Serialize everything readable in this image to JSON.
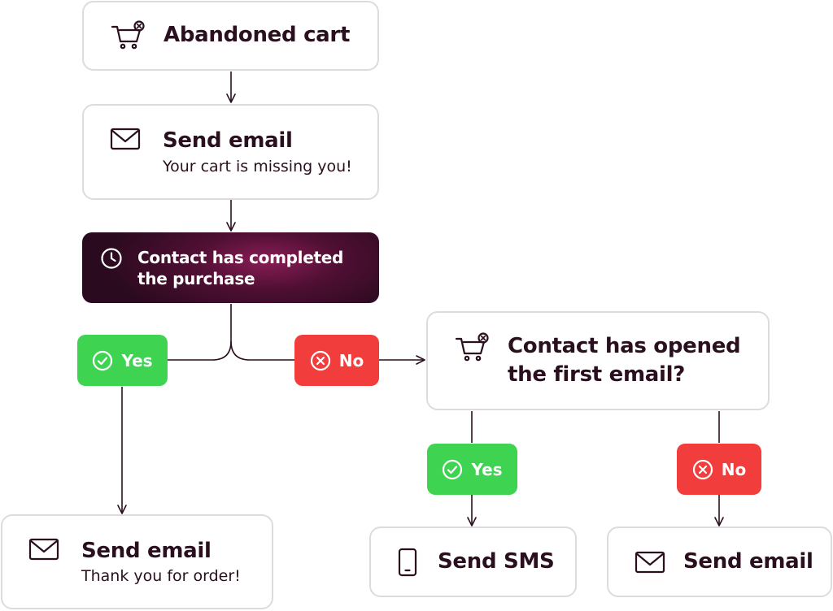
{
  "colors": {
    "text": "#2a0f1f",
    "border": "#dedbe0",
    "yes": "#3ed452",
    "no": "#f23d3d",
    "decision_dark": "#2a0a1e",
    "decision_accent": "#8a1d55"
  },
  "nodes": {
    "abandoned_cart": {
      "title": "Abandoned cart",
      "icon": "cart-x-icon"
    },
    "send_email_1": {
      "title": "Send email",
      "subtitle": "Your cart is missing you!",
      "icon": "envelope-icon"
    },
    "decision_purchase": {
      "title": "Contact has completed the purchase",
      "icon": "clock-icon"
    },
    "decision_opened": {
      "title": "Contact has opened the first email?",
      "icon": "cart-x-icon"
    },
    "send_email_thanks": {
      "title": "Send email",
      "subtitle": "Thank you for order!",
      "icon": "envelope-icon"
    },
    "send_sms": {
      "title": "Send SMS",
      "icon": "phone-icon"
    },
    "send_email_3": {
      "title": "Send email",
      "icon": "envelope-icon"
    }
  },
  "branches": {
    "purchase_yes": {
      "label": "Yes",
      "icon": "check-circle-icon"
    },
    "purchase_no": {
      "label": "No",
      "icon": "x-circle-icon"
    },
    "opened_yes": {
      "label": "Yes",
      "icon": "check-circle-icon"
    },
    "opened_no": {
      "label": "No",
      "icon": "x-circle-icon"
    }
  }
}
